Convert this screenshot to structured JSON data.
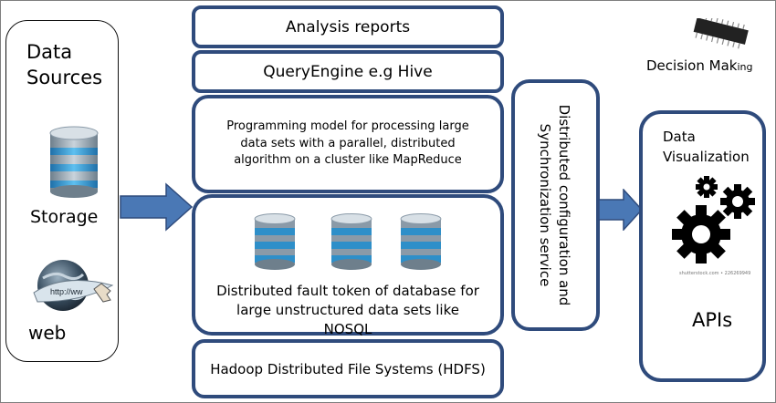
{
  "data_sources": {
    "title_line1": "Data",
    "title_line2": "Sources",
    "storage_label": "Storage",
    "web_label": "web",
    "web_url_text": "http://ww"
  },
  "stack": {
    "analysis_reports": "Analysis reports",
    "query_engine": "QueryEngine e.g Hive",
    "programming_model": "Programming model for processing large data sets with a parallel, distributed algorithm on a cluster like MapReduce",
    "nosql_label": "Distributed fault token of database for large unstructured data sets like NOSQL",
    "hdfs": "Hadoop Distributed File Systems (HDFS)"
  },
  "coordination": {
    "label": "Distributed configuration and Synchronization service"
  },
  "decision": {
    "label_main": "Decision Mak",
    "label_small": "ing"
  },
  "output": {
    "title_line1": "Data",
    "title_line2": "Visualization",
    "watermark": "shutterstock.com • 226269949",
    "apis": "APIs"
  },
  "colors": {
    "border_blue": "#2f4b7c",
    "arrow_blue": "#4a78b5",
    "db_blue": "#2e8fc9",
    "db_grey": "#8a9aa8"
  },
  "icons": [
    "database-icon",
    "globe-icon",
    "gear-icon",
    "chip-icon",
    "arrow-right-icon"
  ]
}
